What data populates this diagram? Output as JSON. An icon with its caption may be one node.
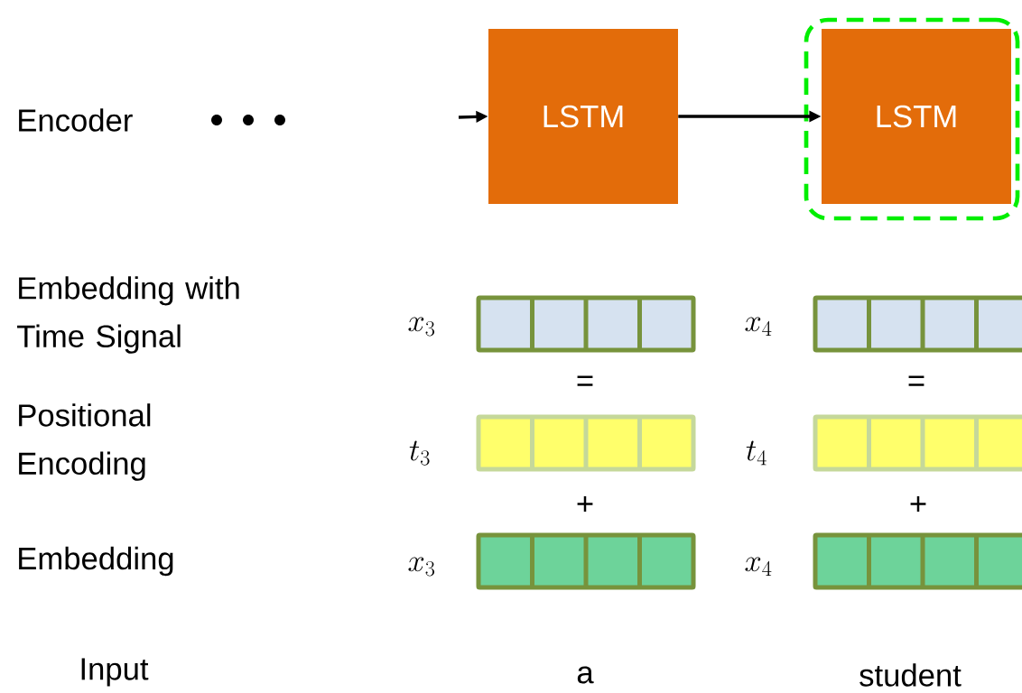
{
  "diagram": {
    "nodes": [
      {
        "text": [
          "LSTM"
        ]
      },
      {
        "text": [],
        "shape": "box"
      },
      {
        "text": [
          "LSTM"
        ],
        "in": 1
      }
    ],
    "edges": [
      {
        "from": null,
        "to": 0,
        "arrow": "to"
      },
      {
        "from": 0,
        "to": 2,
        "arrow": "to"
      }
    ],
    "labels": [
      "Encoder",
      "Embedding with Time Signal",
      "x_3",
      "x_4",
      "=",
      "=",
      "Positional Encoding",
      "t_3",
      "t_4",
      "+",
      "+",
      "Embedding",
      "x_3",
      "x_4",
      "Input",
      "a",
      "student"
    ]
  }
}
